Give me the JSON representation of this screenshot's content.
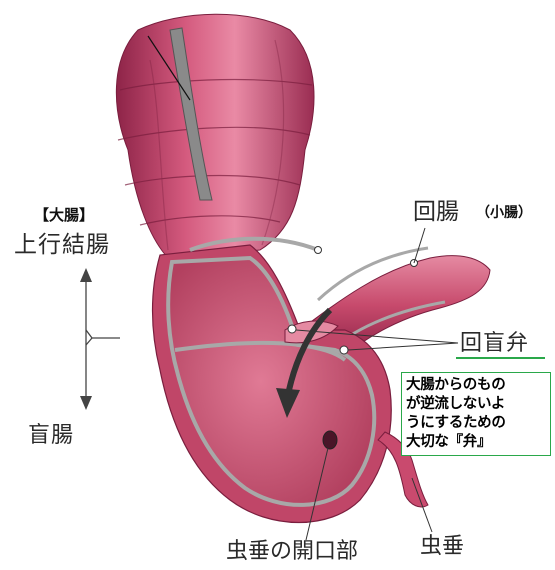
{
  "labels": {
    "daicho": "【大腸】",
    "joukou_ketchou": "上行結腸",
    "mouchou": "盲腸",
    "kaichou": "回腸",
    "shouchou": "（小腸）",
    "kaimouben": "回盲弁",
    "chuusui_kaikoubu": "虫垂の開口部",
    "chuusui": "虫垂"
  },
  "note": {
    "lines": [
      "大腸からのもの",
      "が逆流しないよ",
      "うにするための",
      "大切な『弁』"
    ]
  },
  "colors": {
    "tissue": "#c94a6e",
    "tissue_dark": "#8e2448",
    "tissue_light": "#e98aa5",
    "cavity": "#d06c88",
    "wall_edge": "#a8a8a8",
    "note_border": "#2aa84a",
    "underline_green": "#2aa84a"
  }
}
